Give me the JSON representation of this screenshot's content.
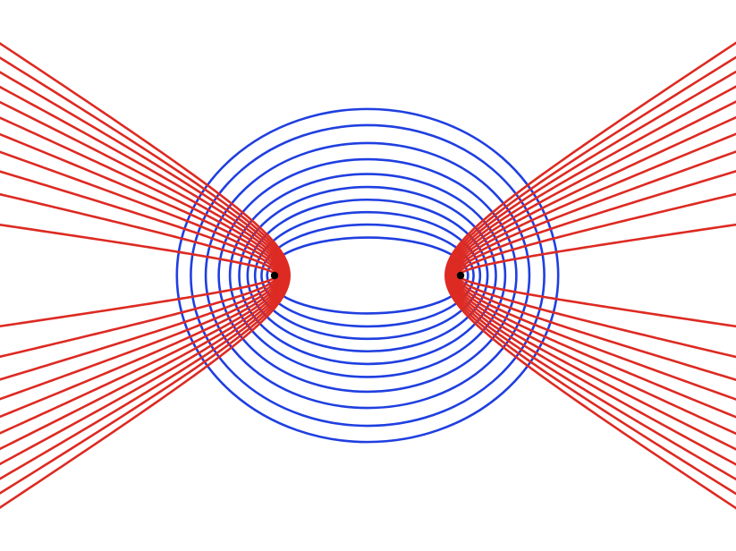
{
  "diagram": {
    "type": "confocal-conics",
    "foci": [
      -1,
      1
    ],
    "ellipses": {
      "color": "#1f3fe0",
      "semi_major_axes": [
        1.08,
        1.14,
        1.21,
        1.29,
        1.38,
        1.48,
        1.6,
        1.74,
        1.9,
        2.05
      ]
    },
    "hyperbolas": {
      "color": "#dd2a22",
      "vertex_offsets": [
        0.84,
        0.855,
        0.87,
        0.885,
        0.9,
        0.915,
        0.93,
        0.945,
        0.96,
        0.975,
        0.99
      ]
    },
    "focus_points": {
      "color": "#000000"
    }
  }
}
